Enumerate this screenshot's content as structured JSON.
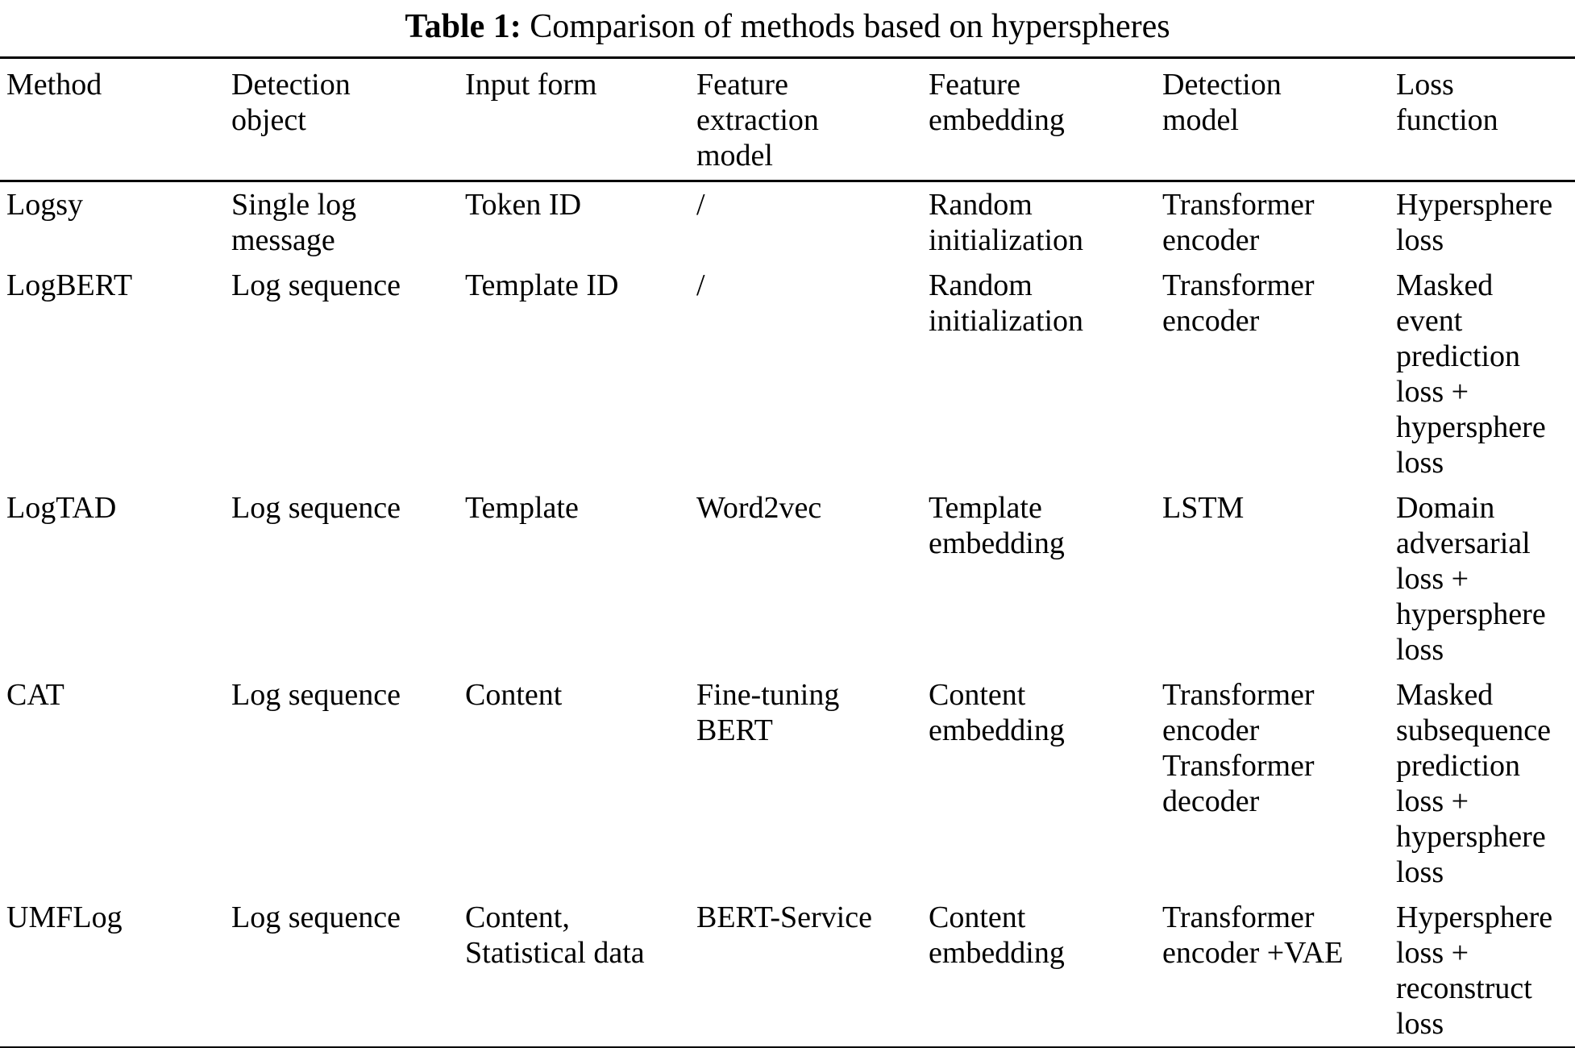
{
  "colors": {
    "background": "#ffffff",
    "text": "#000000",
    "rule": "#000000"
  },
  "table": {
    "title_label": "Table 1:",
    "title_text": " Comparison of methods based on hyperspheres",
    "columns": [
      {
        "label": "Method"
      },
      {
        "label": "Detection\nobject"
      },
      {
        "label": "Input form"
      },
      {
        "label": "Feature\nextraction\nmodel"
      },
      {
        "label": "Feature\nembedding"
      },
      {
        "label": "Detection\nmodel"
      },
      {
        "label": "Loss\nfunction"
      }
    ],
    "rows": [
      {
        "cells": [
          "Logsy",
          "Single log\nmessage",
          "Token ID",
          "/",
          "Random\ninitialization",
          "Transformer\nencoder",
          "Hypersphere\nloss"
        ]
      },
      {
        "cells": [
          "LogBERT",
          "Log sequence",
          "Template ID",
          "/",
          "Random\ninitialization",
          "Transformer\nencoder",
          "Masked\nevent\nprediction\nloss +\nhypersphere\nloss"
        ]
      },
      {
        "cells": [
          "LogTAD",
          "Log sequence",
          "Template",
          "Word2vec",
          "Template\nembedding",
          "LSTM",
          "Domain\nadversarial\nloss +\nhypersphere\nloss"
        ]
      },
      {
        "cells": [
          "CAT",
          "Log sequence",
          "Content",
          "Fine-tuning\nBERT",
          "Content\nembedding",
          "Transformer\nencoder\nTransformer\ndecoder",
          "Masked\nsubsequence\nprediction\nloss +\nhypersphere\nloss"
        ]
      },
      {
        "cells": [
          "UMFLog",
          "Log sequence",
          "Content,\nStatistical data",
          "BERT-Service",
          "Content\nembedding",
          "Transformer\nencoder +VAE",
          "Hypersphere\nloss +\nreconstruct\nloss"
        ]
      }
    ]
  }
}
